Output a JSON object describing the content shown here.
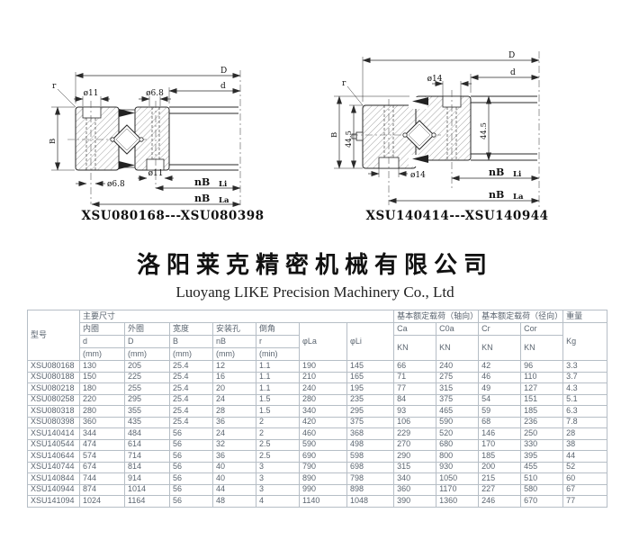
{
  "company": {
    "name_cn": "洛阳莱克精密机械有限公司",
    "name_en": "Luoyang LIKE Precision Machinery Co., Ltd"
  },
  "drawings": {
    "left": {
      "caption": "XSU080168---XSU080398",
      "dim_D": "D",
      "dim_d": "d",
      "dim_r": "r",
      "dim_B": "B",
      "outer_bore_top": "ø11",
      "inner_bore_top": "ø6.8",
      "outer_bore_bottom": "ø6.8",
      "inner_bore_bottom": "ø11",
      "nB": "nB",
      "Li": "Li",
      "La": "La"
    },
    "right": {
      "caption": "XSU140414---XSU140944",
      "dim_D": "D",
      "dim_d": "d",
      "dim_r": "r",
      "dim_B": "B",
      "bore_top": "ø14",
      "bore_bottom": "ø14",
      "height_left": "44.5",
      "height_right": "44.5",
      "nB": "nB",
      "Li": "Li",
      "La": "La"
    }
  },
  "table": {
    "header": {
      "model": "型号",
      "main_dims": "主要尺寸",
      "axial_load": "基本额定载荷（轴向）",
      "radial_load": "基本额定载荷（径向）",
      "weight": "重量",
      "col_inner": "内圈",
      "col_outer": "外圈",
      "col_width": "宽度",
      "col_hole": "安装孔",
      "col_chamfer": "倒角",
      "sym_d": "d",
      "sym_D": "D",
      "sym_B": "B",
      "sym_nB": "nB",
      "sym_r": "r",
      "unit_mm": "(mm)",
      "unit_min": "(min)",
      "phiLa": "φLa",
      "phiLi": "φLi",
      "Ca": "Ca",
      "C0a": "C0a",
      "Cr": "Cr",
      "Cor": "Cor",
      "KN": "KN",
      "Kg": "Kg"
    },
    "rows": [
      [
        "XSU080168",
        "130",
        "205",
        "25.4",
        "12",
        "1.1",
        "190",
        "145",
        "66",
        "240",
        "42",
        "96",
        "3.3"
      ],
      [
        "XSU080188",
        "150",
        "225",
        "25.4",
        "16",
        "1.1",
        "210",
        "165",
        "71",
        "275",
        "46",
        "110",
        "3.7"
      ],
      [
        "XSU080218",
        "180",
        "255",
        "25.4",
        "20",
        "1.1",
        "240",
        "195",
        "77",
        "315",
        "49",
        "127",
        "4.3"
      ],
      [
        "XSU080258",
        "220",
        "295",
        "25.4",
        "24",
        "1.5",
        "280",
        "235",
        "84",
        "375",
        "54",
        "151",
        "5.1"
      ],
      [
        "XSU080318",
        "280",
        "355",
        "25.4",
        "28",
        "1.5",
        "340",
        "295",
        "93",
        "465",
        "59",
        "185",
        "6.3"
      ],
      [
        "XSU080398",
        "360",
        "435",
        "25.4",
        "36",
        "2",
        "420",
        "375",
        "106",
        "590",
        "68",
        "236",
        "7.8"
      ],
      [
        "XSU140414",
        "344",
        "484",
        "56",
        "24",
        "2",
        "460",
        "368",
        "229",
        "520",
        "146",
        "250",
        "28"
      ],
      [
        "XSU140544",
        "474",
        "614",
        "56",
        "32",
        "2.5",
        "590",
        "498",
        "270",
        "680",
        "170",
        "330",
        "38"
      ],
      [
        "XSU140644",
        "574",
        "714",
        "56",
        "36",
        "2.5",
        "690",
        "598",
        "290",
        "800",
        "185",
        "395",
        "44"
      ],
      [
        "XSU140744",
        "674",
        "814",
        "56",
        "40",
        "3",
        "790",
        "698",
        "315",
        "930",
        "200",
        "455",
        "52"
      ],
      [
        "XSU140844",
        "744",
        "914",
        "56",
        "40",
        "3",
        "890",
        "798",
        "340",
        "1050",
        "215",
        "510",
        "60"
      ],
      [
        "XSU140944",
        "874",
        "1014",
        "56",
        "44",
        "3",
        "990",
        "898",
        "360",
        "1170",
        "227",
        "580",
        "67"
      ],
      [
        "XSU141094",
        "1024",
        "1164",
        "56",
        "48",
        "4",
        "1140",
        "1048",
        "390",
        "1360",
        "246",
        "670",
        "77"
      ]
    ]
  },
  "colors": {
    "table_border": "#b6bec6",
    "table_text": "#5b6570",
    "line": "#2a2a2a"
  }
}
